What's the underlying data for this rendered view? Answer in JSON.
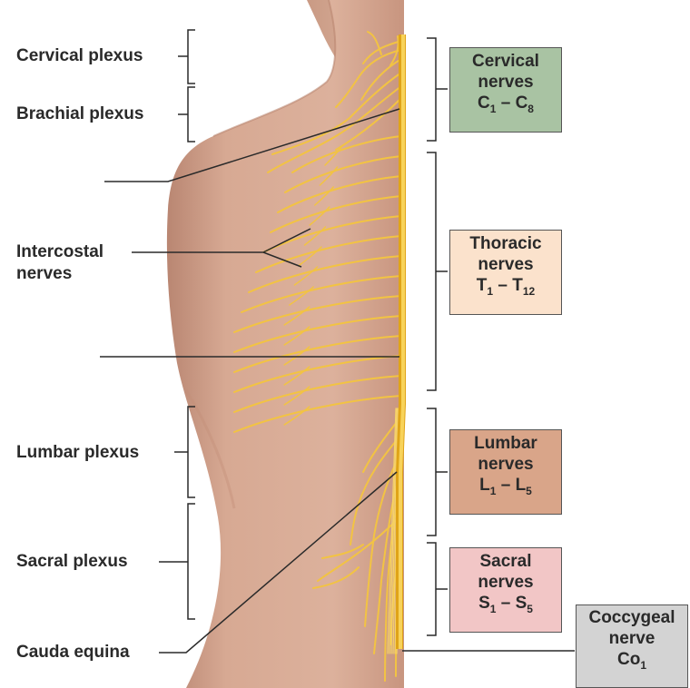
{
  "left_labels": {
    "cervical_plexus": "Cervical plexus",
    "brachial_plexus": "Brachial plexus",
    "intercostal_line1": "Intercostal",
    "intercostal_line2": "nerves",
    "lumbar_plexus": "Lumbar plexus",
    "sacral_plexus": "Sacral plexus",
    "cauda_equina": "Cauda equina"
  },
  "right_boxes": {
    "cervical": {
      "line1": "Cervical",
      "line2": "nerves",
      "a": "C",
      "a_sub": "1",
      "dash": " – ",
      "b": "C",
      "b_sub": "8",
      "color": "#a9c3a3"
    },
    "thoracic": {
      "line1": "Thoracic",
      "line2": "nerves",
      "a": "T",
      "a_sub": "1",
      "dash": " – ",
      "b": "T",
      "b_sub": "12",
      "color": "#fbe2cc"
    },
    "lumbar": {
      "line1": "Lumbar",
      "line2": "nerves",
      "a": "L",
      "a_sub": "1",
      "dash": " – ",
      "b": "L",
      "b_sub": "5",
      "color": "#d9a589"
    },
    "sacral": {
      "line1": "Sacral",
      "line2": "nerves",
      "a": "S",
      "a_sub": "1",
      "dash": " – ",
      "b": "S",
      "b_sub": "5",
      "color": "#f2c6c6"
    },
    "coccygeal": {
      "line1": "Coccygeal",
      "line2": "nerve",
      "a": "Co",
      "a_sub": "1",
      "color": "#d3d3d3"
    }
  },
  "colors": {
    "skin": "#d9aa93",
    "skin_shadow": "#c48f78",
    "nerve": "#f2c343",
    "nerve_dark": "#d99a10",
    "line": "#2a2a2a"
  }
}
